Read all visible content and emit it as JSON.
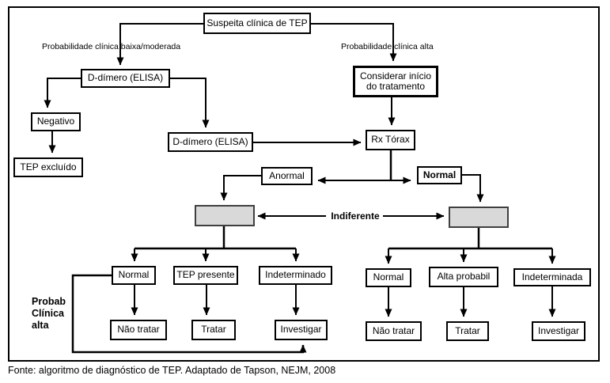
{
  "diagram": {
    "nodes": {
      "suspeita": "Suspeita clínica de TEP",
      "ddimero1": "D-dímero (ELISA)",
      "negativo": "Negativo",
      "tep_excluido": "TEP excluído",
      "ddimero2": "D-dímero (ELISA)",
      "considerar": "Considerar início do tratamento",
      "rxtorax": "Rx Tórax",
      "anormal": "Anormal",
      "normal_top": "Normal",
      "left": {
        "normal": "Normal",
        "tep_presente": "TEP presente",
        "indeterminado": "Indeterminado",
        "nao_tratar": "Não tratar",
        "tratar": "Tratar",
        "investigar": "Investigar"
      },
      "right": {
        "normal": "Normal",
        "alta_probabil": "Alta probabil",
        "indeterminada": "Indeterminada",
        "nao_tratar": "Não tratar",
        "tratar": "Tratar",
        "investigar": "Investigar"
      }
    },
    "labels": {
      "prob_low": "Probabilidade clínica baixa/moderada",
      "prob_high": "Probabilidade clínica alta",
      "indiferente": "Indiferente",
      "probab_l1": "Probab",
      "probab_l2": "Clínica",
      "probab_l3": "alta",
      "footer": "Fonte: algoritmo de diagnóstico de TEP. Adaptado de Tapson, NEJM, 2008"
    },
    "colors": {
      "line": "#000000",
      "gray_fill": "#d9d9d9",
      "box_bg": "#ffffff"
    }
  }
}
